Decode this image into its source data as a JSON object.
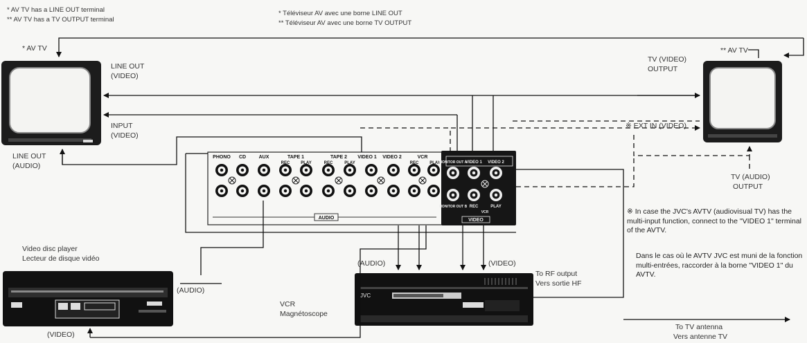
{
  "footnotes_en": {
    "single": "* AV TV has a LINE OUT terminal",
    "double": "** AV TV has a TV OUTPUT terminal"
  },
  "footnotes_fr": {
    "single": "* Téléviseur AV avec une borne LINE OUT",
    "double": "** Téléviseur AV avec une borne TV OUTPUT"
  },
  "tv_left": {
    "tag": "* AV TV",
    "line_out_video": [
      "LINE OUT",
      "(VIDEO)"
    ],
    "input_video": [
      "INPUT",
      "(VIDEO)"
    ],
    "line_out_audio": [
      "LINE OUT",
      "(AUDIO)"
    ]
  },
  "tv_right": {
    "tag": "** AV TV",
    "tv_video_output": [
      "TV (VIDEO)",
      "OUTPUT"
    ],
    "ext_in": "※ EXT IN (VIDEO)",
    "tv_audio_output": [
      "TV (AUDIO)",
      "OUTPUT"
    ]
  },
  "amplifier": {
    "groups": [
      "PHONO",
      "CD",
      "AUX",
      "TAPE 1",
      "TAPE 2",
      "VIDEO 1",
      "VIDEO 2",
      "VCR"
    ],
    "sub_labels": [
      "REC",
      "PLAY",
      "REC",
      "PLAY",
      "REC",
      "PLAY"
    ],
    "audio_label": "AUDIO",
    "video_top_labels": [
      "MONITOR OUT A",
      "VIDEO 1",
      "VIDEO 2"
    ],
    "video_bottom_labels": [
      "MONITOR OUT B",
      "REC",
      "PLAY",
      "VCR"
    ],
    "video_label": "VIDEO"
  },
  "disc_player": {
    "title_en": "Video disc player",
    "title_fr": "Lecteur de disque vidéo",
    "audio": "(AUDIO)",
    "video": "(VIDEO)"
  },
  "vcr": {
    "title_en": "VCR",
    "title_fr": "Magnétoscope",
    "audio": "(AUDIO)",
    "video": "(VIDEO)",
    "rf_en": "To RF output",
    "rf_fr": "Vers sortie HF",
    "brand": "JVC"
  },
  "antenna": {
    "en": "To TV antenna",
    "fr": "Vers antenne TV"
  },
  "note_en": "※ In case the JVC's AVTV (audiovisual TV) has the multi-input function, connect to the \"VIDEO 1\" terminal of the AVTV.",
  "note_fr": "Dans le cas où le AVTV JVC est muni de la fonction multi-entrées, raccorder à la borne \"VIDEO 1\" du AVTV."
}
